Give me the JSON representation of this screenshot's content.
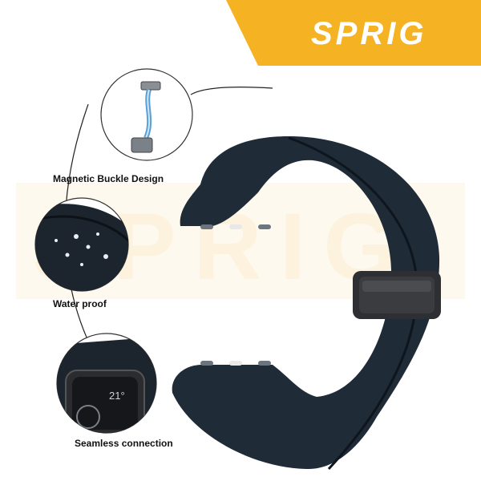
{
  "brand": {
    "name": "SPRIG",
    "watermark": "SPRIG",
    "accent_color": "#f5b222"
  },
  "features": [
    {
      "label": "Magnetic Buckle Design",
      "icon": "magnetic-buckle-icon"
    },
    {
      "label": "Water proof",
      "icon": "water-drops-icon"
    },
    {
      "label": "Seamless connection",
      "icon": "watch-face-icon"
    }
  ],
  "product": {
    "band_color": "#1e2a36",
    "buckle_color": "#3a3a3a"
  }
}
